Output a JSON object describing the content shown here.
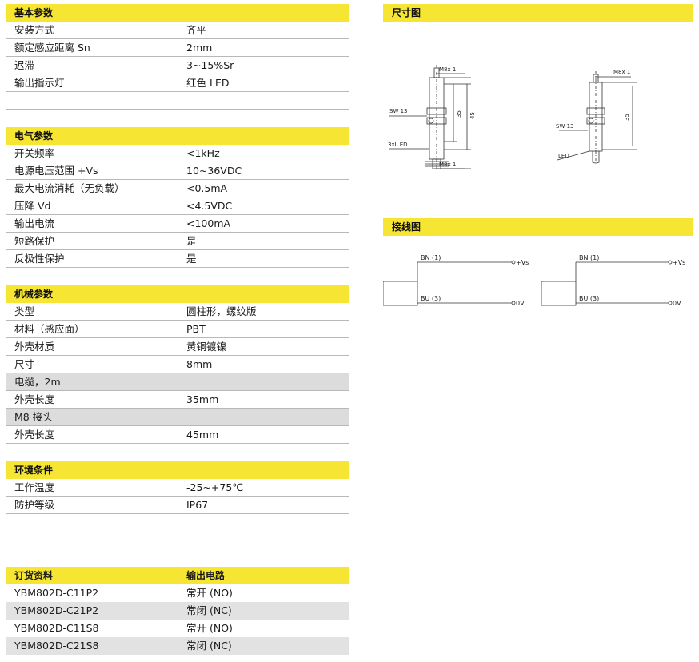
{
  "basic": {
    "title": "基本参数",
    "rows": [
      {
        "k": "安装方式",
        "v": "齐平"
      },
      {
        "k": "额定感应距离 Sn",
        "v": "2mm"
      },
      {
        "k": "迟滞",
        "v": "3~15%Sr"
      },
      {
        "k": "输出指示灯",
        "v": "红色 LED"
      }
    ]
  },
  "electrical": {
    "title": "电气参数",
    "rows": [
      {
        "k": "开关频率",
        "v": "<1kHz"
      },
      {
        "k": "电源电压范围 +Vs",
        "v": "10~36VDC"
      },
      {
        "k": "最大电流消耗（无负载）",
        "v": "<0.5mA"
      },
      {
        "k": "压降 Vd",
        "v": "<4.5VDC"
      },
      {
        "k": "输出电流",
        "v": "<100mA"
      },
      {
        "k": "短路保护",
        "v": "是"
      },
      {
        "k": "反极性保护",
        "v": "是"
      }
    ]
  },
  "mechanical": {
    "title": "机械参数",
    "rows": [
      {
        "k": "类型",
        "v": "圆柱形，螺纹版"
      },
      {
        "k": "材料（感应面）",
        "v": "PBT"
      },
      {
        "k": "外壳材质",
        "v": "黄铜镀镍"
      },
      {
        "k": "尺寸",
        "v": "8mm"
      },
      {
        "k": "电缆，2m",
        "v": ""
      },
      {
        "k": "外壳长度",
        "v": "35mm"
      },
      {
        "k": "M8 接头",
        "v": ""
      },
      {
        "k": "外壳长度",
        "v": "45mm"
      }
    ]
  },
  "environment": {
    "title": "环境条件",
    "rows": [
      {
        "k": "工作温度",
        "v": "-25~+75℃"
      },
      {
        "k": "防护等级",
        "v": "IP67"
      }
    ]
  },
  "order": {
    "col1": "订货资料",
    "col2": "输出电路",
    "rows": [
      {
        "k": "YBM802D-C11P2",
        "v": "常开 (NO)"
      },
      {
        "k": "YBM802D-C21P2",
        "v": "常闭 (NC)"
      },
      {
        "k": "YBM802D-C11S8",
        "v": "常开 (NO)"
      },
      {
        "k": "YBM802D-C21S8",
        "v": "常闭 (NC)"
      }
    ]
  },
  "dimensions": {
    "title": "尺寸图",
    "left": {
      "thread_top": "M8x 1",
      "thread_bottom": "M8x 1",
      "sw": "SW 13",
      "led": "3xL ED",
      "dim_inner": "35",
      "dim_outer": "45"
    },
    "right": {
      "thread_top": "M8x 1",
      "sw": "SW 13",
      "led": "LED",
      "dim": "35"
    }
  },
  "wiring": {
    "title": "接线图",
    "left": {
      "bn": "BN (1)",
      "bu": "BU (3)",
      "vs": "+Vs",
      "ov": "0V"
    },
    "right": {
      "bn": "BN (1)",
      "bu": "BU (3)",
      "vs": "+Vs",
      "ov": "0V"
    }
  }
}
